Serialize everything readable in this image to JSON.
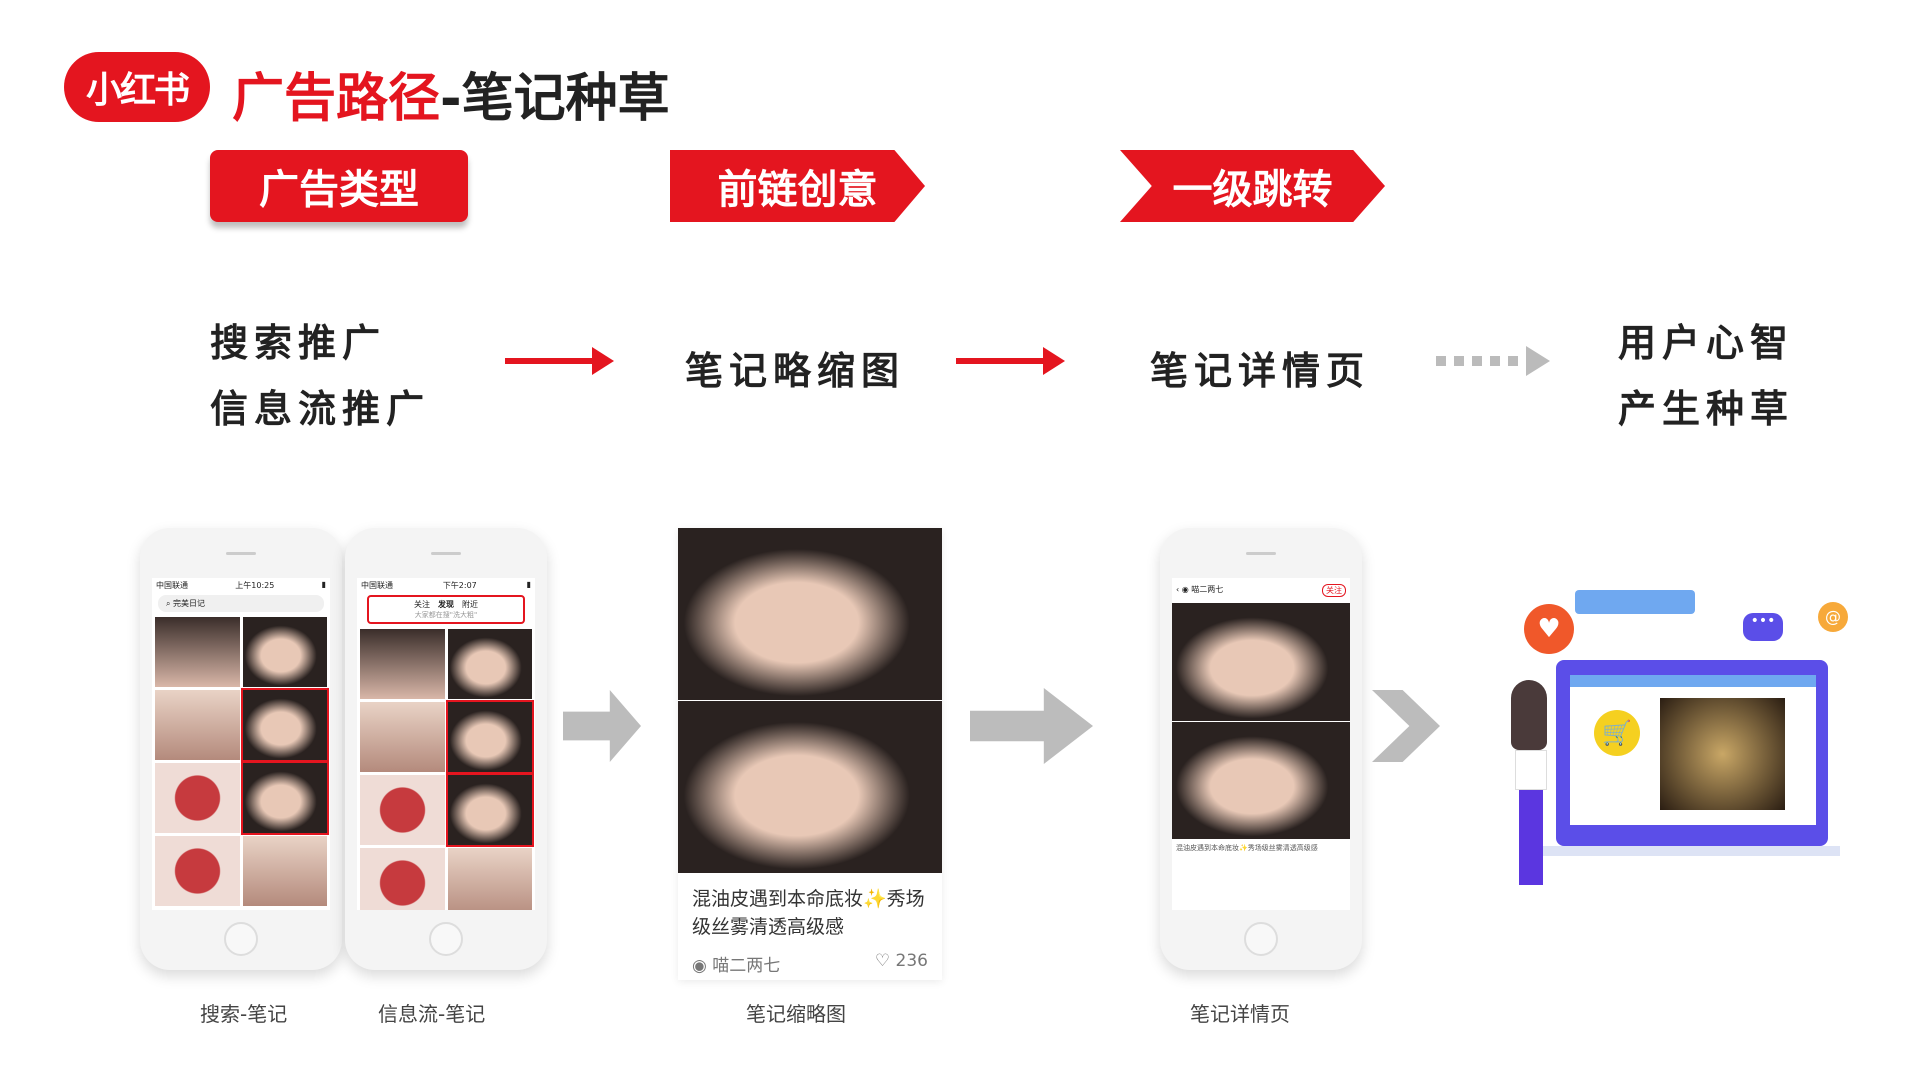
{
  "logo": {
    "text": "小红书",
    "color": "#e4151f"
  },
  "title": {
    "red": "广告路径",
    "rest": "-笔记种草"
  },
  "tags": [
    "广告类型",
    "前链创意",
    "一级跳转"
  ],
  "steps": {
    "ad_types": [
      "搜索推广",
      "信息流推广"
    ],
    "thumbnail": "笔记略缩图",
    "detail": "笔记详情页",
    "result": [
      "用户心智",
      "产生种草"
    ]
  },
  "screens": {
    "search": {
      "status_time": "上午10:25",
      "carrier": "中国联通",
      "search_text": "完美日记"
    },
    "feed": {
      "status_time": "下午2:07",
      "carrier": "中国联通",
      "tabs": [
        "关注",
        "发现",
        "附近"
      ],
      "search_placeholder": "大家都在搜\"洗大粗\""
    },
    "detail": {
      "author": "喵二两七",
      "follow": "关注"
    }
  },
  "card": {
    "caption": "混油皮遇到本命底妆✨秀场级丝雾清透高级感",
    "author": "喵二两七",
    "likes": "236",
    "like_icon": "heart-outline-icon"
  },
  "labels": [
    "搜索-笔记",
    "信息流-笔记",
    "笔记缩略图",
    "笔记详情页"
  ],
  "colors": {
    "brand_red": "#e4151f",
    "arrow_gray": "#bcbcbc",
    "illustration_purple": "#5b4ee8"
  }
}
